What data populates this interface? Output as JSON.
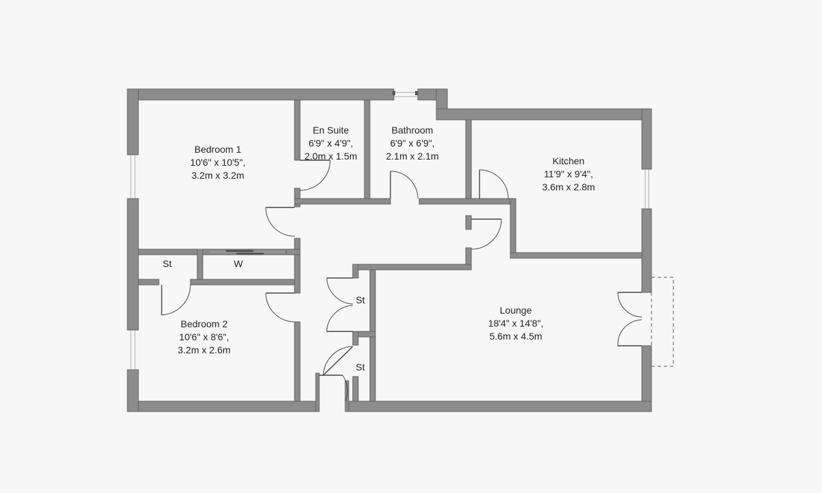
{
  "rooms": {
    "bedroom1": {
      "name": "Bedroom 1",
      "imperial": "10'6\" x 10'5\",",
      "metric": "3.2m x 3.2m"
    },
    "ensuite": {
      "name": "En Suite",
      "imperial": "6'9\" x 4'9\",",
      "metric": "2.0m x 1.5m"
    },
    "bathroom": {
      "name": "Bathroom",
      "imperial": "6'9\" x 6'9\",",
      "metric": "2.1m x 2.1m"
    },
    "kitchen": {
      "name": "Kitchen",
      "imperial": "11'9\" x 9'4\",",
      "metric": "3.6m x 2.8m"
    },
    "bedroom2": {
      "name": "Bedroom 2",
      "imperial": "10'6\" x 8'6\",",
      "metric": "3.2m x 2.6m"
    },
    "lounge": {
      "name": "Lounge",
      "imperial": "18'4\" x 14'8\",",
      "metric": "5.6m x 4.5m"
    }
  },
  "storage": {
    "store_bedroom": "St",
    "wardrobe": "W",
    "store_hall_upper": "St",
    "store_hall_lower": "St"
  },
  "colors": {
    "background": "#f7f7f7",
    "wall": "#8c8c8c",
    "text": "#222222"
  }
}
